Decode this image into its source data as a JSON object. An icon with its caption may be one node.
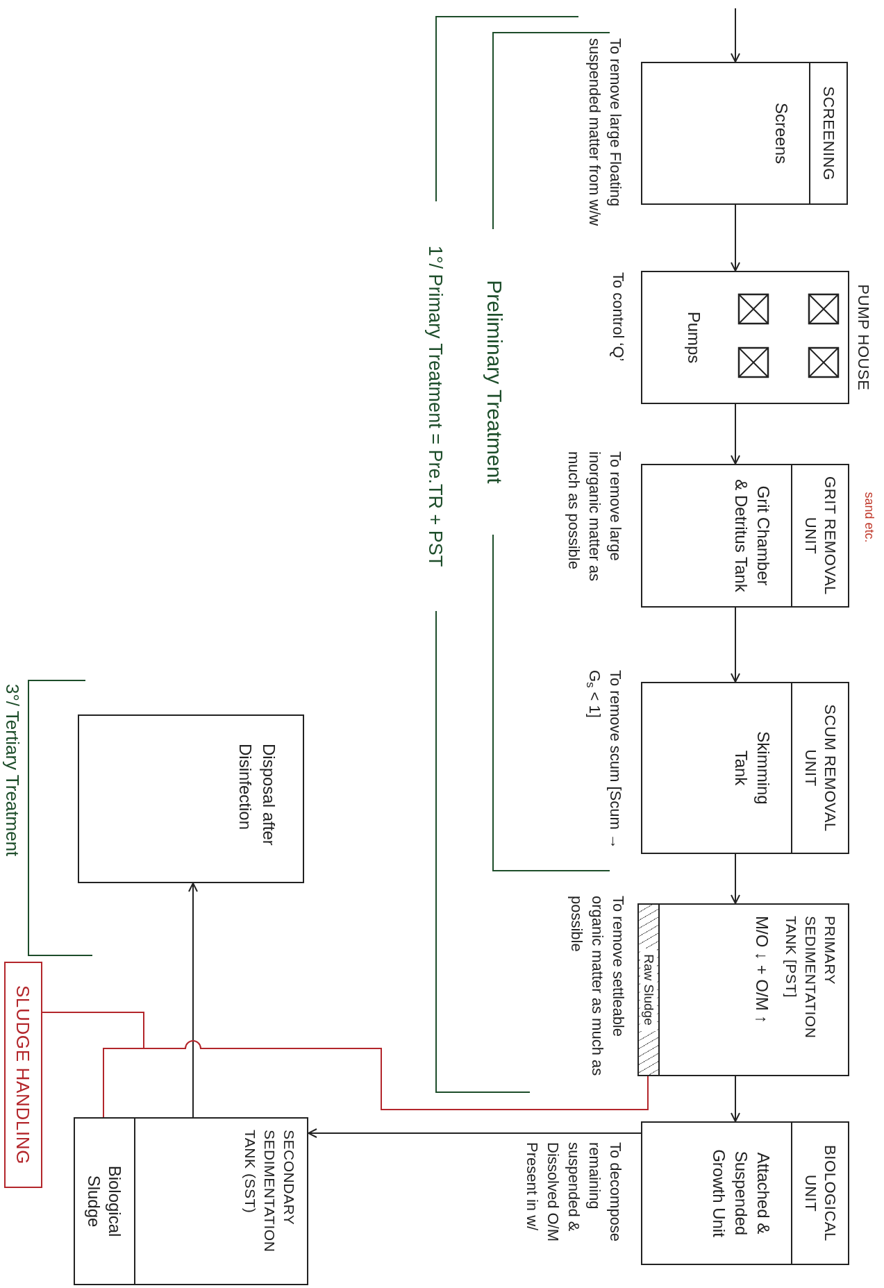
{
  "diagram": {
    "nodes": [
      {
        "text": [
          "SCREENING",
          "Screens"
        ],
        "beside": [
          "To remove large Floating suspended matter from w/w"
        ]
      },
      {
        "text": [
          "PUMP HOUSE",
          "Pumps"
        ],
        "beside": [
          "To control ‘Q’"
        ]
      },
      {
        "text": [
          "GRIT REMOVAL UNIT",
          "Grit Chamber & Detritus Tank"
        ],
        "beside": [
          "To remove large inorganic matter as much as possible"
        ]
      },
      {
        "text": [
          "SCUM REMOVAL UNIT",
          "Skimming Tank"
        ],
        "beside": [
          "To remove scum [Scum → G$_{s}$ < 1]"
        ]
      },
      {
        "text": [
          "PRIMARY SEDIMENTATION TANK [PST]",
          "M/O ↓ + O/M ↑"
        ],
        "beside": [
          "To remove settleable organic matter as much as possible"
        ]
      },
      {
        "text": [
          "Raw Sludge"
        ],
        "in": 4
      },
      {
        "text": [
          "BIOLOGICAL UNIT",
          "Attached & Suspended Growth Unit"
        ],
        "beside": [
          "To decompose remaining suspended & Dissolved O/M Present in w/"
        ]
      },
      {
        "text": [
          "SECONDARY SEDIMENTATION TANK (SST)"
        ]
      },
      {
        "text": [
          "Biological Sludge"
        ],
        "in": 7
      },
      {
        "text": [
          "Disposal after Disinfection"
        ]
      },
      {
        "text": [
          "SLUDGE HANDLING"
        ]
      }
    ],
    "edges": [
      {
        "from": null,
        "to": 0,
        "arrow": "to"
      },
      {
        "from": 0,
        "to": 1,
        "arrow": "to"
      },
      {
        "from": 1,
        "to": 2,
        "arrow": "to"
      },
      {
        "from": 2,
        "to": 3,
        "arrow": "to"
      },
      {
        "from": 3,
        "to": 4,
        "arrow": "to"
      },
      {
        "from": 4,
        "to": 6,
        "arrow": "to"
      },
      {
        "from": 6,
        "to": 7,
        "arrow": "to"
      },
      {
        "from": 7,
        "to": 9,
        "arrow": "to"
      },
      {
        "from": 5,
        "to": 10,
        "arrow": "none",
        "color": "#b3262b"
      },
      {
        "from": 8,
        "to": 10,
        "arrow": "none",
        "color": "#b3262b"
      }
    ],
    "labels": [
      "sand etc.",
      "Preliminary Treatment",
      "1°/ Primary Treatment = Pre.TR + PST",
      "3°/ Tertiary Treatment"
    ]
  }
}
